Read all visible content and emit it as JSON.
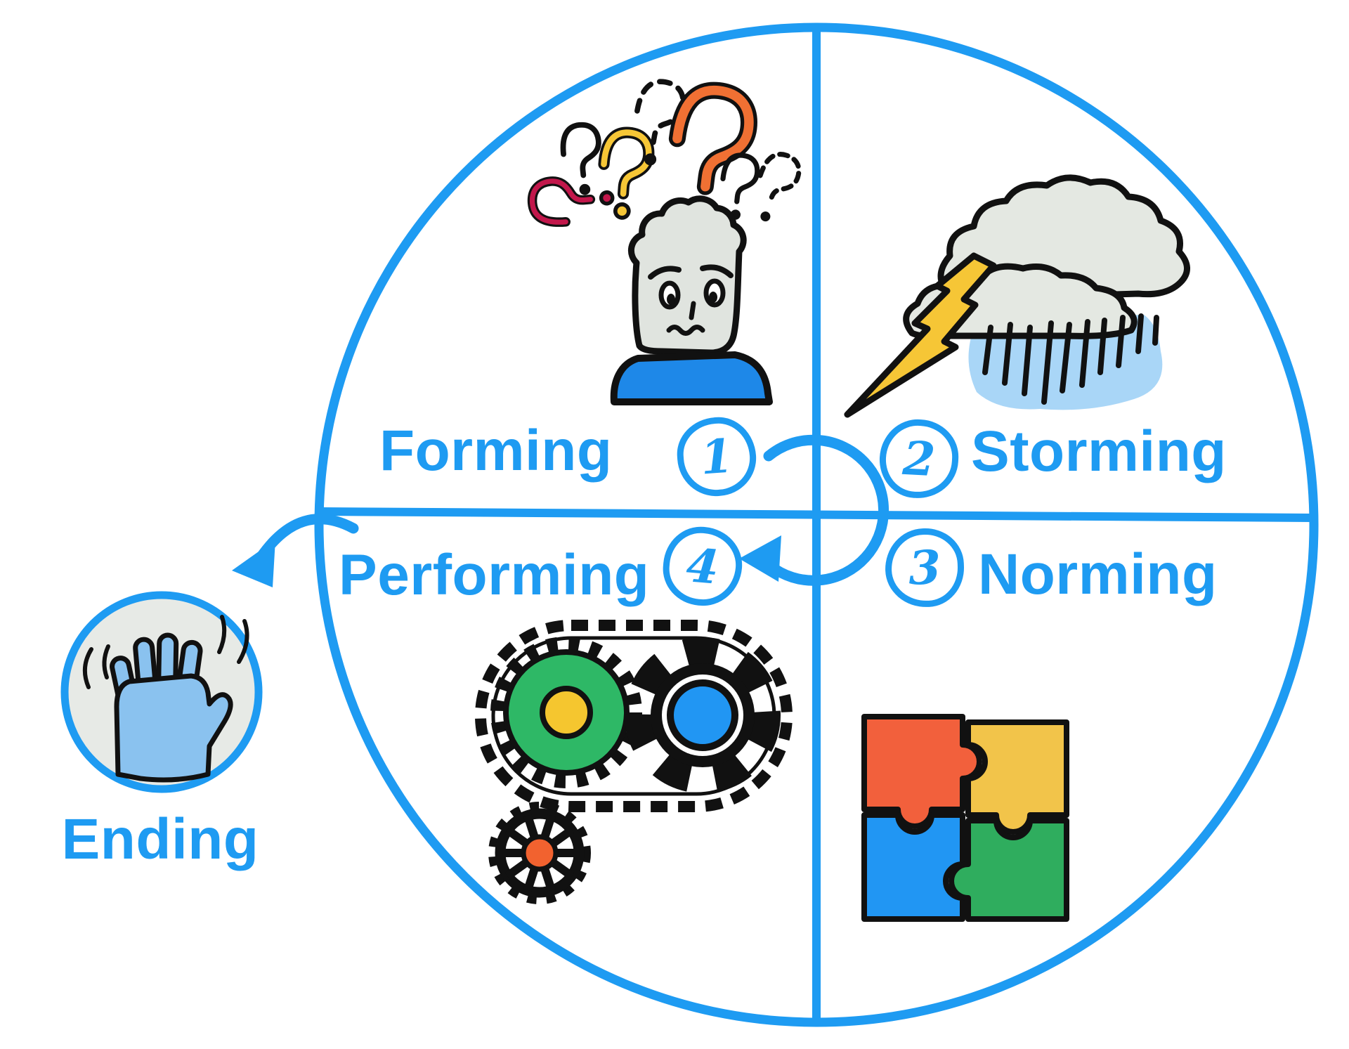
{
  "diagram": {
    "name": "team-development-stages-cycle",
    "accent_color": "#1E9BF2",
    "stages": [
      {
        "id": "forming",
        "number": "1",
        "label": "Forming",
        "icon": "confused-person-question-marks"
      },
      {
        "id": "storming",
        "number": "2",
        "label": "Storming",
        "icon": "storm-cloud-lightning-rain"
      },
      {
        "id": "norming",
        "number": "3",
        "label": "Norming",
        "icon": "four-puzzle-pieces"
      },
      {
        "id": "performing",
        "number": "4",
        "label": "Performing",
        "icon": "gears-with-chain-belt"
      }
    ],
    "exit": {
      "label": "Ending",
      "icon": "waving-hand-badge"
    },
    "colors": {
      "line_blue": "#1E9BF2",
      "shirt_blue": "#1E88E8",
      "face_gray": "#E0E4DF",
      "cloud_gray": "#E4E8E2",
      "badge_gray": "#E7EAE6",
      "rain_blue": "#A9D6F7",
      "hand_blue": "#8AC2EF",
      "lightning_yellow": "#F6C636",
      "question_orange": "#F07033",
      "question_yellow": "#F6C636",
      "question_crimson": "#C2174B",
      "puzzle_orange": "#F2603C",
      "puzzle_yellow": "#F2C44A",
      "puzzle_blue": "#2196F3",
      "puzzle_green": "#2FAD5E",
      "gear_green": "#2EB866",
      "gear_hub_yellow": "#F5C62F",
      "gear_blue": "#2196F3",
      "gear_hub_orange": "#F2622F",
      "ink_black": "#111111"
    }
  }
}
